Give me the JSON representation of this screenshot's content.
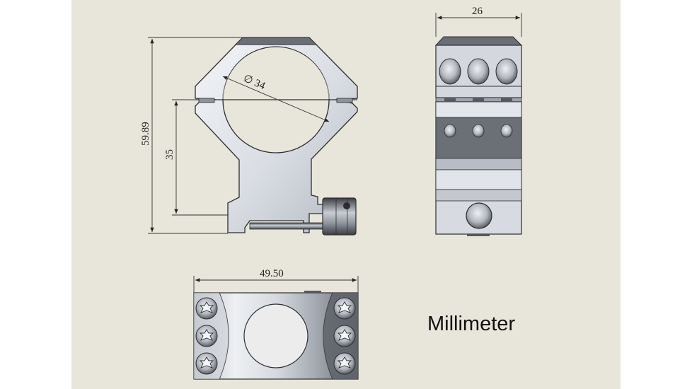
{
  "drawing": {
    "units_label": "Millimeter",
    "dimensions": {
      "ring_inner_diameter": "∅ 34",
      "total_height": "59.89",
      "center_height": "35",
      "side_width": "26",
      "bottom_length": "49.50"
    }
  },
  "colors": {
    "background": "#e8e5da",
    "metal_light": "#eef0f3",
    "metal_mid": "#b9bec6",
    "metal_dark": "#5e6269",
    "outline": "#2b2d31"
  }
}
